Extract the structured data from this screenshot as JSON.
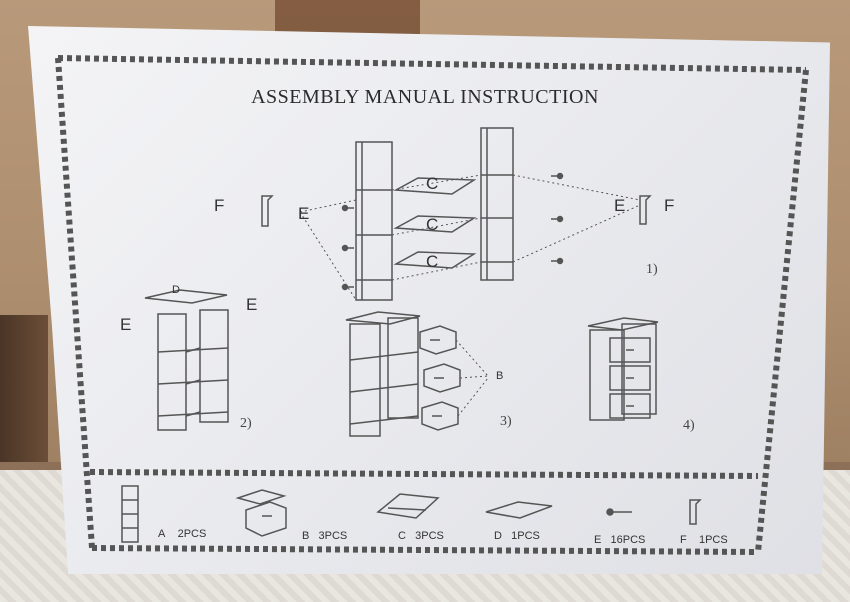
{
  "title": "ASSEMBLY MANUAL INSTRUCTION",
  "step1": {
    "f_left": "F",
    "e_left": "E",
    "c1": "C",
    "c2": "C",
    "c3": "C",
    "e_right": "E",
    "f_right": "F",
    "num": "1)"
  },
  "step2": {
    "d": "D",
    "e_left": "E",
    "e_right": "E",
    "num": "2)"
  },
  "step3": {
    "b": "B",
    "num": "3)"
  },
  "step4": {
    "num": "4)"
  },
  "parts": [
    {
      "letter": "A",
      "qty": "2PCS"
    },
    {
      "letter": "B",
      "qty": "3PCS"
    },
    {
      "letter": "C",
      "qty": "3PCS"
    },
    {
      "letter": "D",
      "qty": "1PCS"
    },
    {
      "letter": "E",
      "qty": "16PCS"
    },
    {
      "letter": "F",
      "qty": "1PCS"
    }
  ]
}
